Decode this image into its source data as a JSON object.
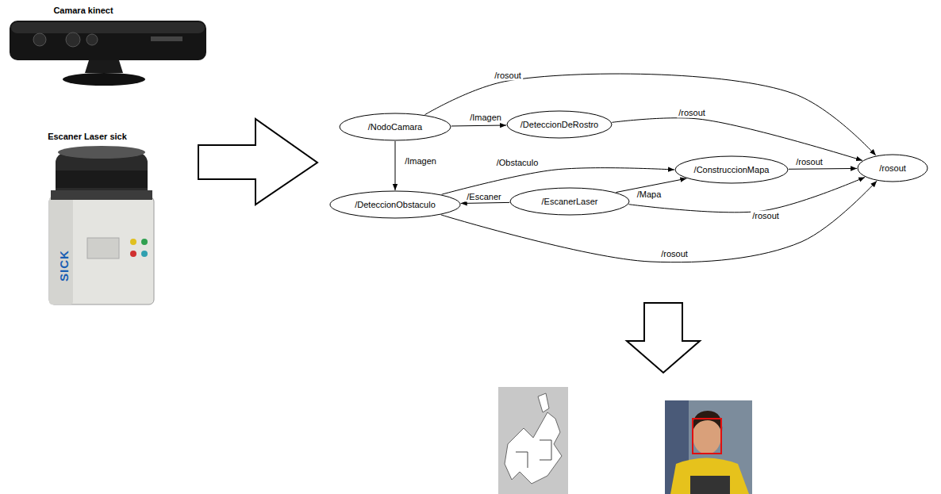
{
  "diagram": {
    "nodes": [
      {
        "text": [
          "/NodoCamara"
        ]
      },
      {
        "text": [
          "/DeteccionDeRostro"
        ]
      },
      {
        "text": [
          "/ConstruccionMapa"
        ]
      },
      {
        "text": [
          "/rosout"
        ]
      },
      {
        "text": [
          "/DeteccionObstaculo"
        ]
      },
      {
        "text": [
          "/EscanerLaser"
        ]
      }
    ],
    "edges": [
      {
        "from": 0,
        "to": 3,
        "label": "/rosout",
        "arrow": "to"
      },
      {
        "from": 0,
        "to": 1,
        "label": "/Imagen",
        "arrow": "to"
      },
      {
        "from": 1,
        "to": 3,
        "label": "/rosout",
        "arrow": "to"
      },
      {
        "from": 0,
        "to": 4,
        "label": "/Imagen",
        "arrow": "to"
      },
      {
        "from": 4,
        "to": 2,
        "label": "/Obstaculo",
        "arrow": "to"
      },
      {
        "from": 5,
        "to": 4,
        "label": "/Escaner",
        "arrow": "to"
      },
      {
        "from": 5,
        "to": 2,
        "label": "/Mapa",
        "arrow": "to"
      },
      {
        "from": 2,
        "to": 3,
        "label": "/rosout",
        "arrow": "to"
      },
      {
        "from": 5,
        "to": 3,
        "label": "/rosout",
        "arrow": "to"
      },
      {
        "from": 4,
        "to": 3,
        "label": "/rosout",
        "arrow": "to"
      }
    ],
    "labels": [
      "Camara kinect",
      "Escaner Laser sick",
      "SICK"
    ]
  }
}
